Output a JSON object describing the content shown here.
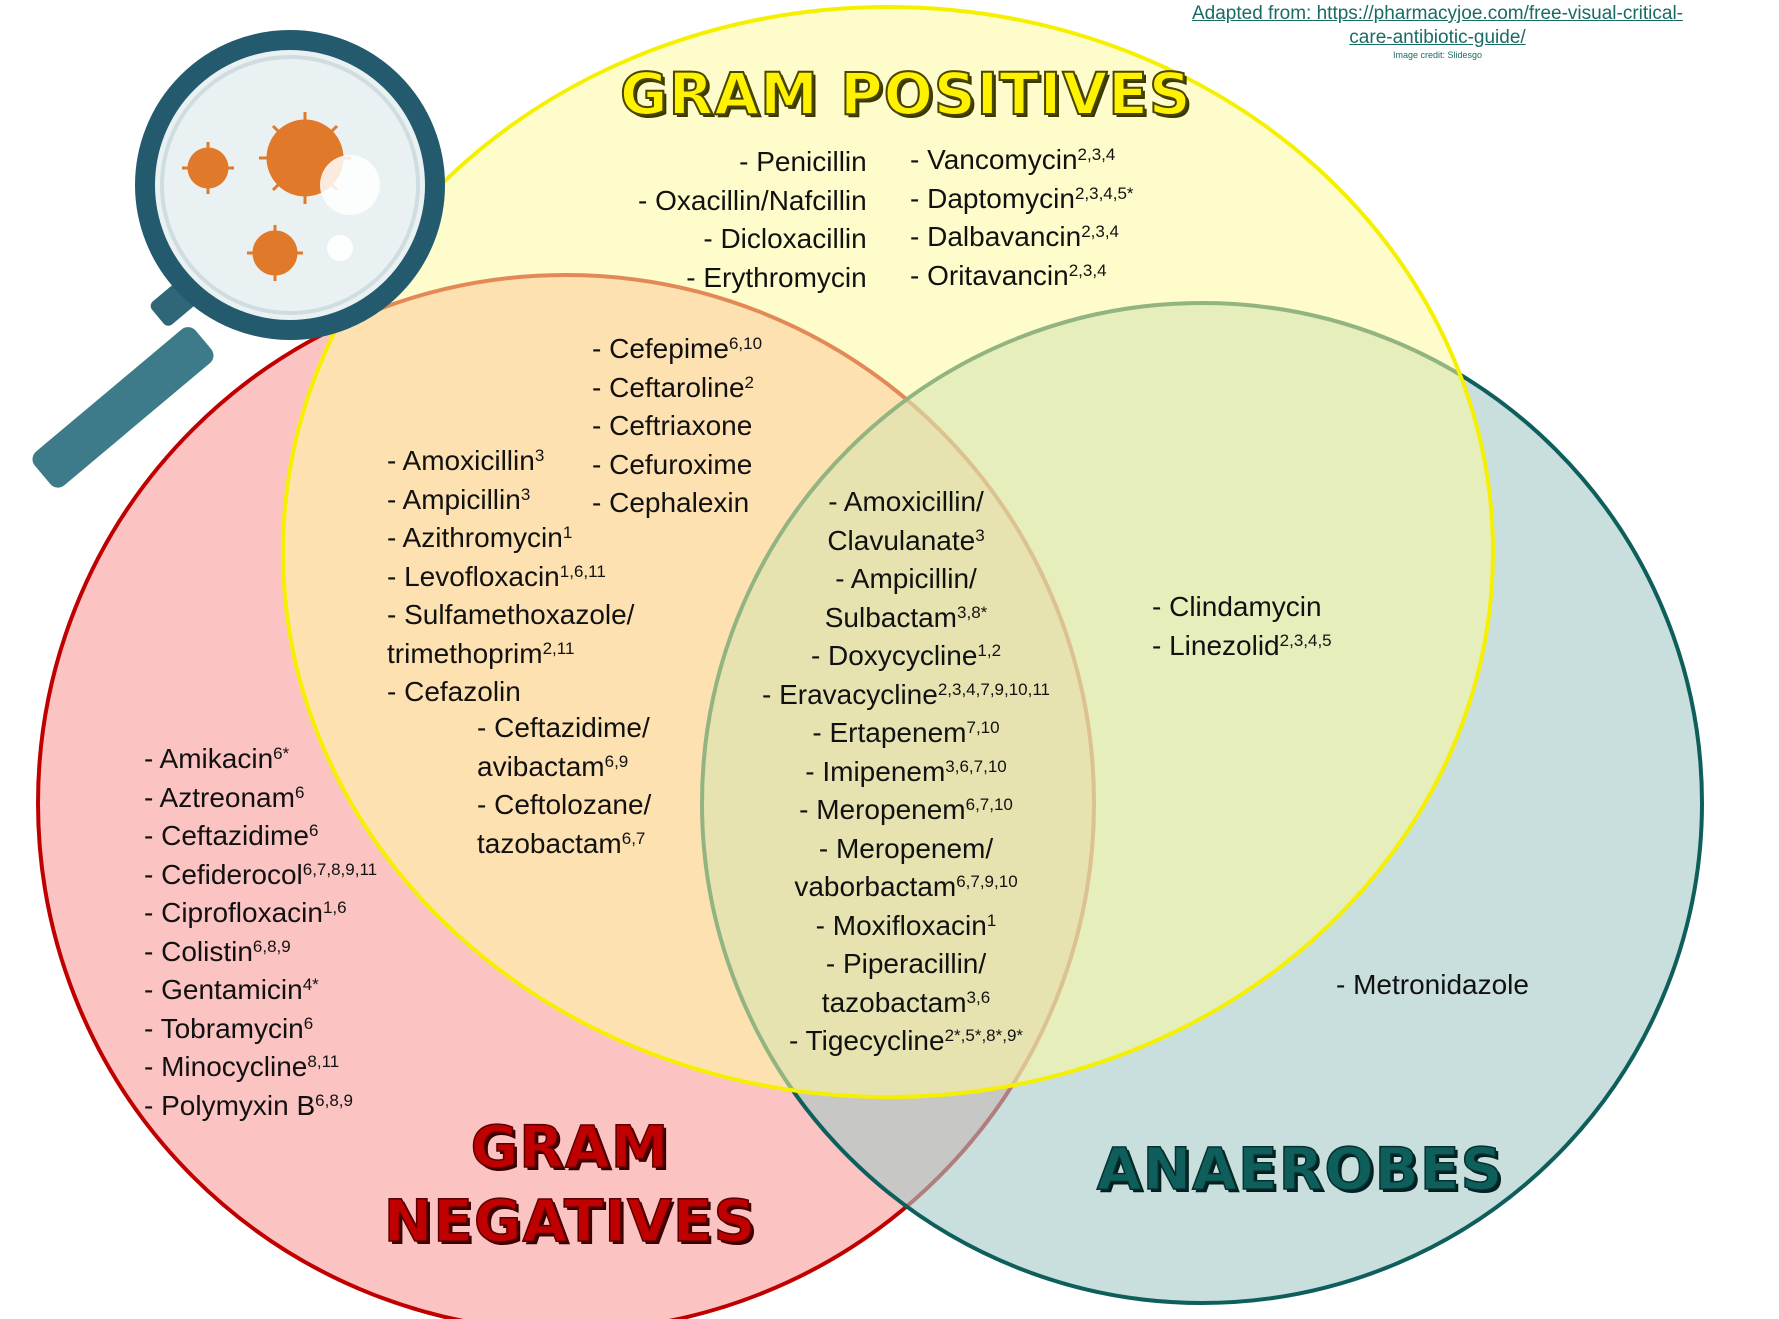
{
  "credit": {
    "line1": "Adapted from: https://pharmacyjoe.com/free-visual-critical-",
    "line2": "care-antibiotic-guide/",
    "image_credit": "Image credit: Slidesgo"
  },
  "labels": {
    "gram_positives": "GRAM POSITIVES",
    "gram_negatives_1": "GRAM",
    "gram_negatives_2": "NEGATIVES",
    "anaerobes": "ANAEROBES"
  },
  "colors": {
    "gram_positive_fill": "#fffaa0",
    "gram_positive_stroke": "#f5f000",
    "gram_negative_fill": "#fbb4b4",
    "gram_negative_stroke": "#c00000",
    "anaerobe_fill": "#a6ccc8",
    "anaerobe_stroke": "#0e5f5c",
    "magnifier_ring": "#245a6e",
    "bacteria": "#e07a2a"
  },
  "groups": {
    "gp_only_left": [
      {
        "t": "- Penicillin",
        "s": ""
      },
      {
        "t": "- Oxacillin/Nafcillin",
        "s": ""
      },
      {
        "t": "- Dicloxacillin",
        "s": ""
      },
      {
        "t": "- Erythromycin",
        "s": ""
      }
    ],
    "gp_only_right": [
      {
        "t": "- Vancomycin",
        "s": "2,3,4"
      },
      {
        "t": "- Daptomycin",
        "s": "2,3,4,5*"
      },
      {
        "t": "- Dalbavancin",
        "s": "2,3,4"
      },
      {
        "t": "- Oritavancin",
        "s": "2,3,4"
      }
    ],
    "cephalosporins": [
      {
        "t": "- Cefepime",
        "s": "6,10"
      },
      {
        "t": "- Ceftaroline",
        "s": "2"
      },
      {
        "t": "- Ceftriaxone",
        "s": ""
      },
      {
        "t": "- Cefuroxime",
        "s": ""
      },
      {
        "t": "- Cephalexin",
        "s": ""
      }
    ],
    "gp_gn_left": [
      {
        "t": "- Amoxicillin",
        "s": "3"
      },
      {
        "t": "- Ampicillin",
        "s": "3"
      },
      {
        "t": "- Azithromycin",
        "s": "1"
      },
      {
        "t": "- Levofloxacin",
        "s": "1,6,11"
      },
      {
        "t": "- Sulfamethoxazole/",
        "s": ""
      },
      {
        "t": "trimethoprim",
        "s": "2,11"
      },
      {
        "t": "- Cefazolin",
        "s": ""
      }
    ],
    "gp_gn_bottom": [
      {
        "t": "- Ceftazidime/",
        "s": ""
      },
      {
        "t": "avibactam",
        "s": "6,9"
      },
      {
        "t": "- Ceftolozane/",
        "s": ""
      },
      {
        "t": "tazobactam",
        "s": "6,7"
      }
    ],
    "all_three": [
      {
        "t": "- Amoxicillin/",
        "s": ""
      },
      {
        "t": "Clavulanate",
        "s": "3"
      },
      {
        "t": "- Ampicillin/",
        "s": ""
      },
      {
        "t": "Sulbactam",
        "s": "3,8*"
      },
      {
        "t": "- Doxycycline",
        "s": "1,2"
      },
      {
        "t": "- Eravacycline",
        "s": "2,3,4,7,9,10,11"
      },
      {
        "t": "- Ertapenem",
        "s": "7,10"
      },
      {
        "t": "- Imipenem",
        "s": "3,6,7,10"
      },
      {
        "t": "- Meropenem",
        "s": "6,7,10"
      },
      {
        "t": "- Meropenem/",
        "s": ""
      },
      {
        "t": "vaborbactam",
        "s": "6,7,9,10"
      },
      {
        "t": "- Moxifloxacin",
        "s": "1"
      },
      {
        "t": "- Piperacillin/",
        "s": ""
      },
      {
        "t": "tazobactam",
        "s": "3,6"
      },
      {
        "t": "- Tigecycline",
        "s": "2*,5*,8*,9*"
      }
    ],
    "gp_an": [
      {
        "t": "- Clindamycin",
        "s": ""
      },
      {
        "t": "- Linezolid",
        "s": "2,3,4,5"
      }
    ],
    "gn_only": [
      {
        "t": "- Amikacin",
        "s": "6*"
      },
      {
        "t": "- Aztreonam",
        "s": "6"
      },
      {
        "t": "- Ceftazidime",
        "s": "6"
      },
      {
        "t": "- Cefiderocol",
        "s": "6,7,8,9,11"
      },
      {
        "t": "- Ciprofloxacin",
        "s": "1,6"
      },
      {
        "t": "- Colistin",
        "s": "6,8,9"
      },
      {
        "t": "- Gentamicin",
        "s": "4*"
      },
      {
        "t": "- Tobramycin",
        "s": "6"
      },
      {
        "t": "- Minocycline",
        "s": "8,11"
      },
      {
        "t": "- Polymyxin B",
        "s": "6,8,9"
      }
    ],
    "an_only": [
      {
        "t": "- Metronidazole",
        "s": ""
      }
    ]
  }
}
